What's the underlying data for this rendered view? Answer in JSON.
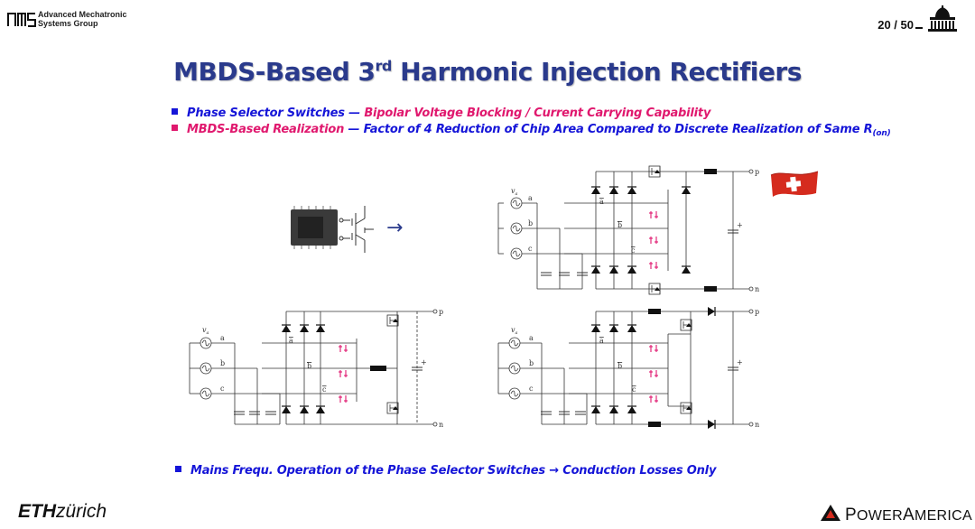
{
  "header": {
    "org_line1": "Advanced Mechatronic",
    "org_line2": "Systems Group",
    "page_number": "20 / 50"
  },
  "title": {
    "main": "MBDS-Based 3",
    "sup": "rd",
    "rest": " Harmonic Injection Rectifiers"
  },
  "bullets": [
    {
      "lead": "Phase Selector Switches ",
      "dash": "— ",
      "text": "Bipolar Voltage Blocking / Current Carrying Capability"
    },
    {
      "lead": "MBDS-Based Realization ",
      "dash": "— ",
      "text": "Factor of 4 Reduction of Chip Area Compared to Discrete Realization of Same R",
      "sub": "(on)"
    }
  ],
  "bottom_bullet": "Mains Frequ. Operation of the Phase Selector Switches →  Conduction Losses Only",
  "arrow": "→",
  "circuit_labels": {
    "va": "v",
    "va_sub": "a",
    "a": "a",
    "b": "b",
    "c": "c",
    "a_bar": "a",
    "b_bar": "b",
    "c_bar": "c",
    "p": "p",
    "n": "n",
    "plus": "+"
  },
  "footer": {
    "eth_bold": "ETH",
    "eth_rest": "zürich",
    "pa_p": "P",
    "pa_ower": "OWER",
    "pa_a": "A",
    "pa_merica": "MERICA"
  },
  "colors": {
    "title": "#2a3a8c",
    "blue": "#1515d8",
    "pink": "#e0186e",
    "flag_red": "#d52b1e"
  }
}
